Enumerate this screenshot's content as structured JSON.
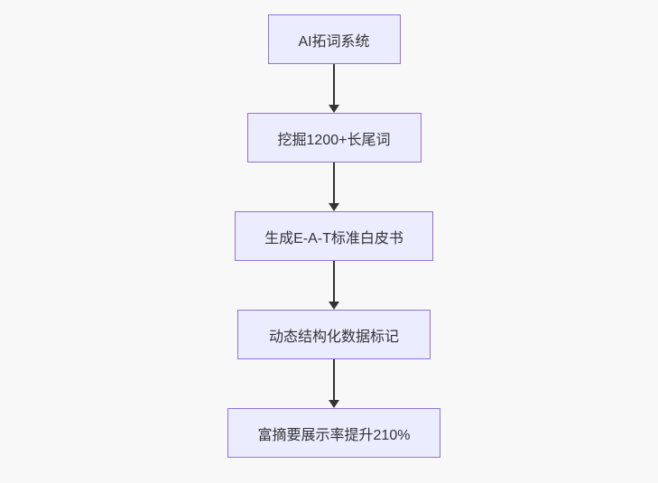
{
  "colors": {
    "background": "#f8f8f8",
    "node_fill": "#ececff",
    "node_border": "#9370db",
    "arrow": "#333333",
    "text": "#333333"
  },
  "flowchart": {
    "type": "flowchart",
    "direction": "top-down",
    "nodes": [
      {
        "id": "n1",
        "label": "AI拓词系统"
      },
      {
        "id": "n2",
        "label": "挖掘1200+长尾词"
      },
      {
        "id": "n3",
        "label": "生成E-A-T标准白皮书"
      },
      {
        "id": "n4",
        "label": "动态结构化数据标记"
      },
      {
        "id": "n5",
        "label": "富摘要展示率提升210%"
      }
    ],
    "edges": [
      {
        "from": "n1",
        "to": "n2"
      },
      {
        "from": "n2",
        "to": "n3"
      },
      {
        "from": "n3",
        "to": "n4"
      },
      {
        "from": "n4",
        "to": "n5"
      }
    ]
  }
}
